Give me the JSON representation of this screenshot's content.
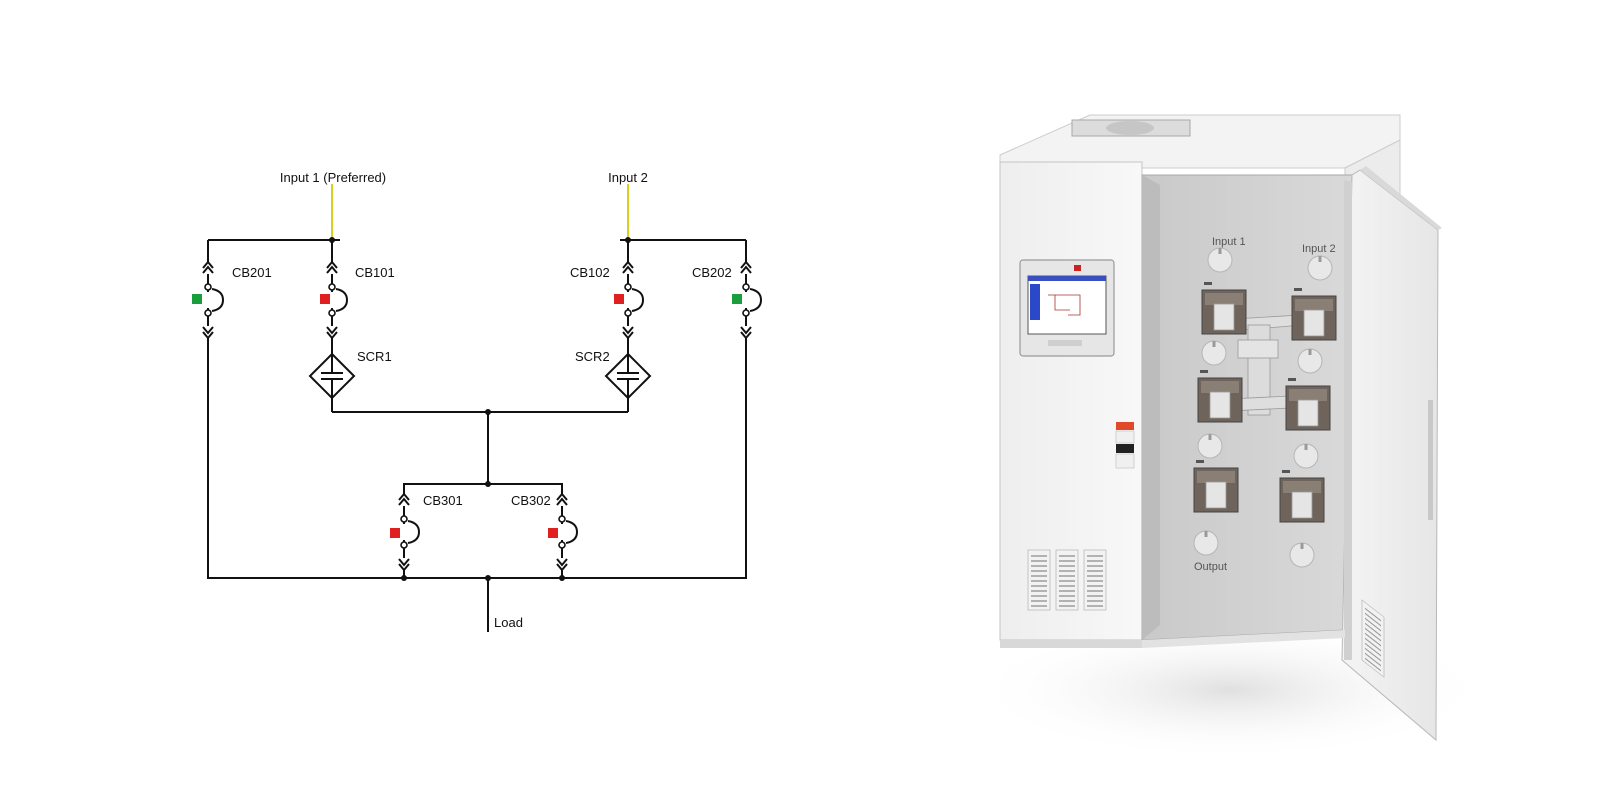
{
  "diagram": {
    "labels": {
      "input1": "Input 1 (Preferred)",
      "input2": "Input 2",
      "load": "Load",
      "cb201": "CB201",
      "cb101": "CB101",
      "cb102": "CB102",
      "cb202": "CB202",
      "cb301": "CB301",
      "cb302": "CB302",
      "scr1": "SCR1",
      "scr2": "SCR2"
    },
    "breakers": [
      {
        "id": "CB201",
        "status": "closed",
        "color": "#1a9e3c"
      },
      {
        "id": "CB101",
        "status": "open",
        "color": "#e02020"
      },
      {
        "id": "CB102",
        "status": "open",
        "color": "#e02020"
      },
      {
        "id": "CB202",
        "status": "closed",
        "color": "#1a9e3c"
      },
      {
        "id": "CB301",
        "status": "open",
        "color": "#e02020"
      },
      {
        "id": "CB302",
        "status": "open",
        "color": "#e02020"
      }
    ],
    "colors": {
      "wire": "#111111",
      "feed": "#d8d020",
      "open": "#e02020",
      "closed": "#1a9e3c"
    }
  },
  "cabinet": {
    "labels": {
      "input1": "Input 1",
      "input2": "Input 2",
      "output": "Output"
    }
  }
}
